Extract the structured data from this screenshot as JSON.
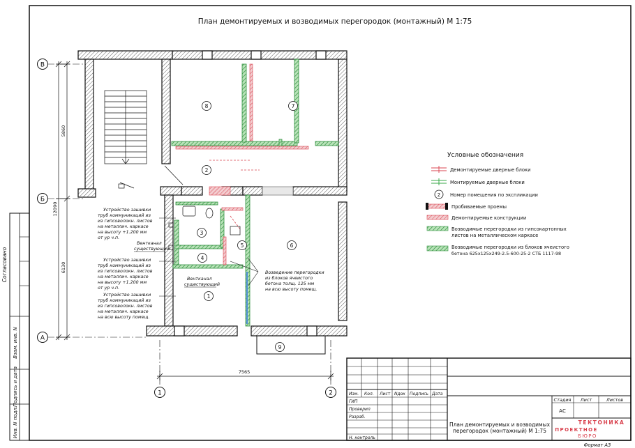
{
  "title": "План демонтируемых и возводимых перегородок (монтажный) М 1:75",
  "axes": {
    "rows": [
      {
        "label": "В"
      },
      {
        "label": "Б"
      },
      {
        "label": "А"
      }
    ],
    "cols": [
      {
        "label": "1"
      },
      {
        "label": "2"
      }
    ],
    "dims": {
      "dim1": "5860",
      "dim2": "12090",
      "dim3": "6130",
      "dim4": "7565"
    }
  },
  "rooms": [
    "8",
    "7",
    "2",
    "3",
    "4",
    "5",
    "6",
    "1",
    "9"
  ],
  "annotations": {
    "a1": [
      "Устройство зашивки",
      "труб коммуникаций из",
      "из гипсоволокн. листов",
      "на металлич. каркасе",
      "на высоту +1.200 мм",
      "от ур ч.п."
    ],
    "vent1": [
      "Вентканал",
      "существующий"
    ],
    "a2": [
      "Устройство зашивки",
      "труб коммуникаций из",
      "из гипсоволокн. листов",
      "на металлич. каркасе",
      "на высоту +1.200 мм",
      "от ур ч.п."
    ],
    "vent2": [
      "Вентканал",
      "существующий"
    ],
    "a3": [
      "Устройство зашивки",
      "труб коммуникаций из",
      "из гипсоволокн. листов",
      "на металлич. каркасе",
      "на всю высоту помещ."
    ],
    "a4": [
      "Возведение перегородки",
      "из блоков ячеистого",
      "бетона толщ. 125 мм",
      "на всю высоту помещ."
    ]
  },
  "legend": {
    "title": "Условные обозначения",
    "items": [
      {
        "label": "Демонтируемые дверные блоки"
      },
      {
        "label": "Монтируемые дверные блоки"
      },
      {
        "label": "Номер помещения по экспликации",
        "num": "2"
      },
      {
        "label": "Пробиваемые проемы"
      },
      {
        "label": "Демонтируемые конструкции"
      },
      {
        "label": "Возводимые перегородки из гипсокартонных",
        "label2": "листов на металлическом каркасе"
      },
      {
        "label": "Возводимые перегородки из блоков ячеистого",
        "label2": "бетона 625х125х249-2.5-600-25-2 СТБ 1117-98"
      }
    ]
  },
  "sidebar": {
    "agreed": "Согласовано",
    "vzam": "Взам. инв. N",
    "podpis": "Подпись и дата",
    "invpodl": "Инв. N подл."
  },
  "stamp": {
    "izm": "Изм.",
    "kol": "Кол.",
    "list": "Лист",
    "ndok": "Nдок",
    "podpis": "Подпись",
    "data": "Дата",
    "gip": "ГИП",
    "proveril": "Проверил",
    "razrab": "Разраб.",
    "nkontrol": "Н. контроль",
    "stadiya": "Стадия",
    "list2": "Лист",
    "listov": "Листов",
    "stage_val": "АС",
    "sheet_title1": "План демонтируемых и возводимых",
    "sheet_title2": "перегородок (монтажный) М 1:75",
    "brand1": "ТЕКТОНИКА",
    "brand2": "ПРОЕКТНОЕ",
    "brand3": "БЮРО",
    "format": "Формат А3"
  },
  "colors": {
    "red": "#d9434f",
    "green": "#3aa84a",
    "pink": "#e79aa0",
    "wall": "#111111",
    "blue": "#4f8fd6"
  }
}
